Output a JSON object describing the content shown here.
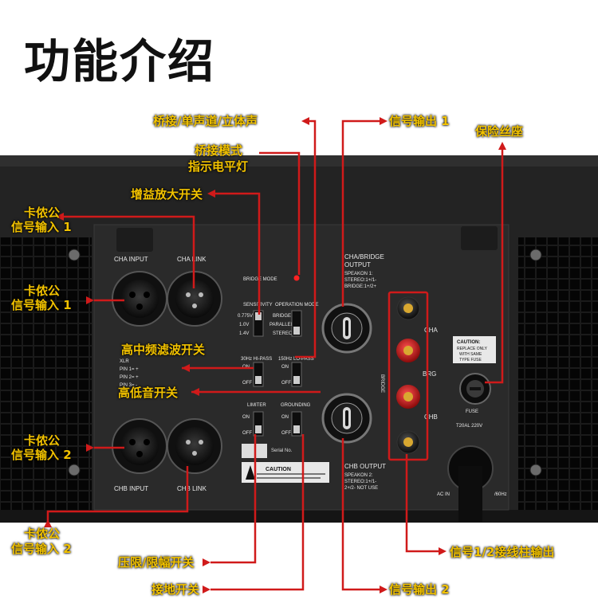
{
  "title": "功能介绍",
  "callouts": {
    "bridge_mono_stereo": "桥接/单声道/立体声",
    "bridge_mode_indicator_line1": "桥接模式",
    "bridge_mode_indicator_line2": "指示电平灯",
    "gain_amp_switch": "增益放大开关",
    "xlr_in_a_line1": "卡侬公",
    "xlr_in_a_line2": "信号输入 1",
    "xlr_in_b_line1": "卡侬公",
    "xlr_in_b_line2": "信号输入 1",
    "hp_filter_switch": "高中频滤波开关",
    "lp_switch": "高低音开关",
    "xlr_in_c_line1": "卡侬公",
    "xlr_in_c_line2": "信号输入 2",
    "xlr_out_line1": "卡侬公",
    "xlr_out_line2": "信号输入 2",
    "limiter_switch": "压限/限幅开关",
    "ground_switch": "接地开关",
    "signal_out_1": "信号输出 1",
    "signal_out_2": "信号输出 2",
    "fuse_holder": "保险丝座",
    "binding_posts": "信号1/2接线柱输出"
  },
  "panel": {
    "cha_input": "CHA INPUT",
    "cha_link": "CHA LINK",
    "chb_input": "CHB INPUT",
    "chb_link": "CHB LINK",
    "bridge_mode": "BRIDGE MODE",
    "sensitivity": "SENSITIVITY",
    "operation_mode": "OPERATION MODE",
    "sens_0775": "0.775V",
    "sens_10": "1.0V",
    "sens_14": "1.4V",
    "op_bridge": "BRIDGE",
    "op_parallel": "PARALLEL",
    "op_stereo": "STEREO",
    "hipass": "30Hz HI-PASS",
    "lopass": "150Hz LO-PASS",
    "on": "ON",
    "off": "OFF",
    "limiter": "LIMITER",
    "grounding": "GROUNDING",
    "xlr": "XLR",
    "pin1": "PIN 1= +",
    "pin2": "PIN 2= +",
    "pin3": "PIN 3= -",
    "serial": "Serial No.",
    "caution": "CAUTION",
    "cha_out_1": "CHA/BRIDGE",
    "cha_out_2": "OUTPUT",
    "cha_out_3": "SPEAKON 1:",
    "cha_out_4": "STEREO:1+/1-",
    "cha_out_5": "BRIDGE:1+/2+",
    "chb_out_1": "CHB OUTPUT",
    "chb_out_2": "SPEAKON 2:",
    "chb_out_3": "STEREO:1+/1-",
    "chb_out_4": "2+/2- NOT USE",
    "post_cha": "CHA",
    "post_brg": "BRG",
    "post_chb": "CHB",
    "bridge_vert": "BRIDGE",
    "fuse_caution_1": "CAUTION:",
    "fuse_caution_2": "REPLACE ONLY",
    "fuse_caution_3": "WITH SAME",
    "fuse_caution_4": "TYPE FUSE",
    "fuse": "FUSE",
    "fuse_rating": "T20AL 220V",
    "ac_in": "AC IN",
    "ac_freq": "/60Hz"
  }
}
